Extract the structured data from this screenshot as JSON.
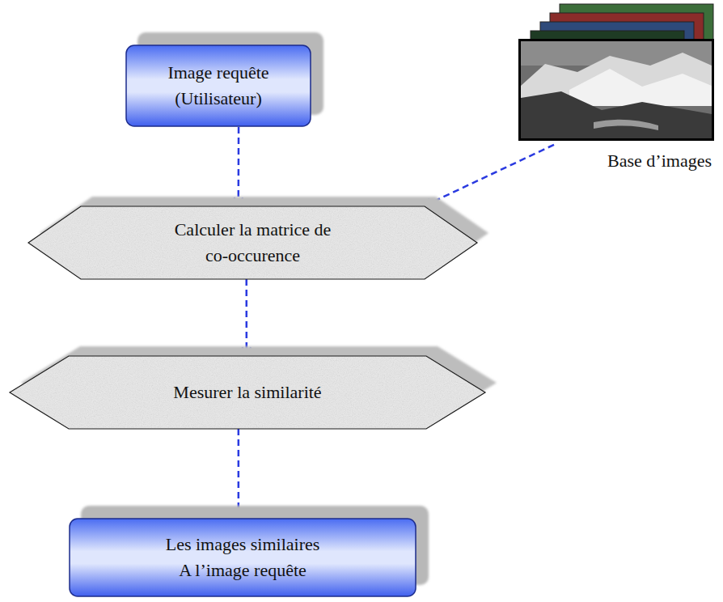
{
  "diagram": {
    "nodes": [
      {
        "text": [
          "Image requête (Utilisateur)"
        ]
      },
      {
        "text": [
          "Base d’images"
        ]
      },
      {
        "text": [
          "Calculer la matrice de co-occurence"
        ]
      },
      {
        "text": [
          "Mesurer la similarité"
        ]
      },
      {
        "text": [
          "Les images similaires A l’image requête"
        ]
      }
    ],
    "edges": [
      {
        "from": 0,
        "to": 2,
        "arrow": "to"
      },
      {
        "from": 1,
        "to": 2,
        "arrow": "to"
      },
      {
        "from": 2,
        "to": 3,
        "arrow": "to"
      },
      {
        "from": 3,
        "to": 4,
        "arrow": "to"
      }
    ]
  }
}
